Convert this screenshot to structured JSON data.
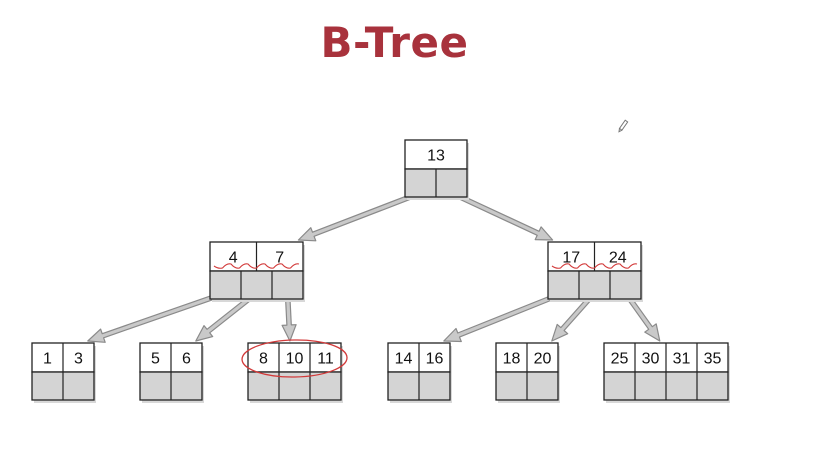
{
  "slide": {
    "title": "B-Tree",
    "title_color": "#a8323c"
  },
  "tree": {
    "root": {
      "keys": [
        "13"
      ],
      "children": [
        {
          "keys": [
            "4",
            "7"
          ],
          "children": [
            {
              "keys": [
                "1",
                "3"
              ]
            },
            {
              "keys": [
                "5",
                "6"
              ]
            },
            {
              "keys": [
                "8",
                "10",
                "11"
              ]
            }
          ]
        },
        {
          "keys": [
            "17",
            "24"
          ],
          "children": [
            {
              "keys": [
                "14",
                "16"
              ]
            },
            {
              "keys": [
                "18",
                "20"
              ]
            },
            {
              "keys": [
                "25",
                "30",
                "31",
                "35"
              ]
            }
          ]
        }
      ]
    }
  },
  "annotations": {
    "ink_color": "#d23a3a",
    "highlighted_node": "8 10 11",
    "underlined_keys": [
      "4",
      "7",
      "17",
      "24"
    ]
  },
  "colors": {
    "node_fill": "#ffffff",
    "pointer_fill": "#d4d4d4",
    "border": "#222222",
    "arrow": "#8a8a8a"
  }
}
